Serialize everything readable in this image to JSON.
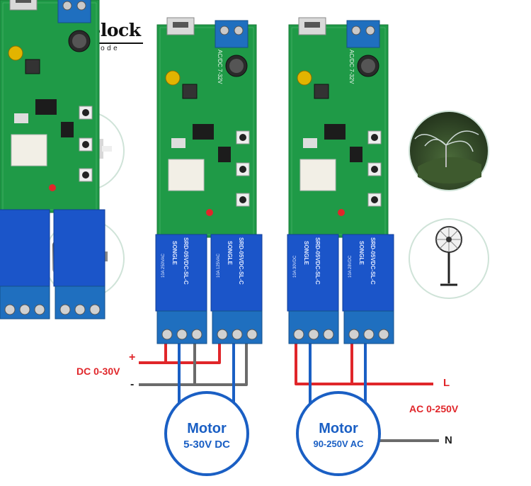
{
  "title": "Inter-lock",
  "subtitle": "working mode",
  "labels": {
    "dc_supply": "DC 0-30V",
    "plus": "+",
    "minus": "-",
    "ac_supply": "AC 0-250V",
    "live": "L",
    "neutral": "N"
  },
  "motors": [
    {
      "name": "Motor",
      "rating": "5-30V DC"
    },
    {
      "name": "Motor",
      "rating": "90-250V AC"
    }
  ],
  "board": {
    "power_label": "AC/DC 7-32V",
    "relay_brand": "SONGLE",
    "relay_model": "SRD-05VDC-SL-C",
    "relay_ratings": [
      "10A 250VAC",
      "10A 125VAC",
      "10A 30VDC",
      "10A 28VDC"
    ]
  },
  "colors": {
    "pcb": "#1f9a47",
    "relay": "#1b55c9",
    "terminal": "#1f6fbf",
    "wire_red": "#e0262a",
    "wire_gray": "#6b6b6b",
    "wire_blue": "#1a5fc4",
    "motor_ring": "#1a5fc4"
  },
  "icons": [
    "dc-motor-icon",
    "ac-motor-icon",
    "sprinkler-icon",
    "fan-icon"
  ]
}
